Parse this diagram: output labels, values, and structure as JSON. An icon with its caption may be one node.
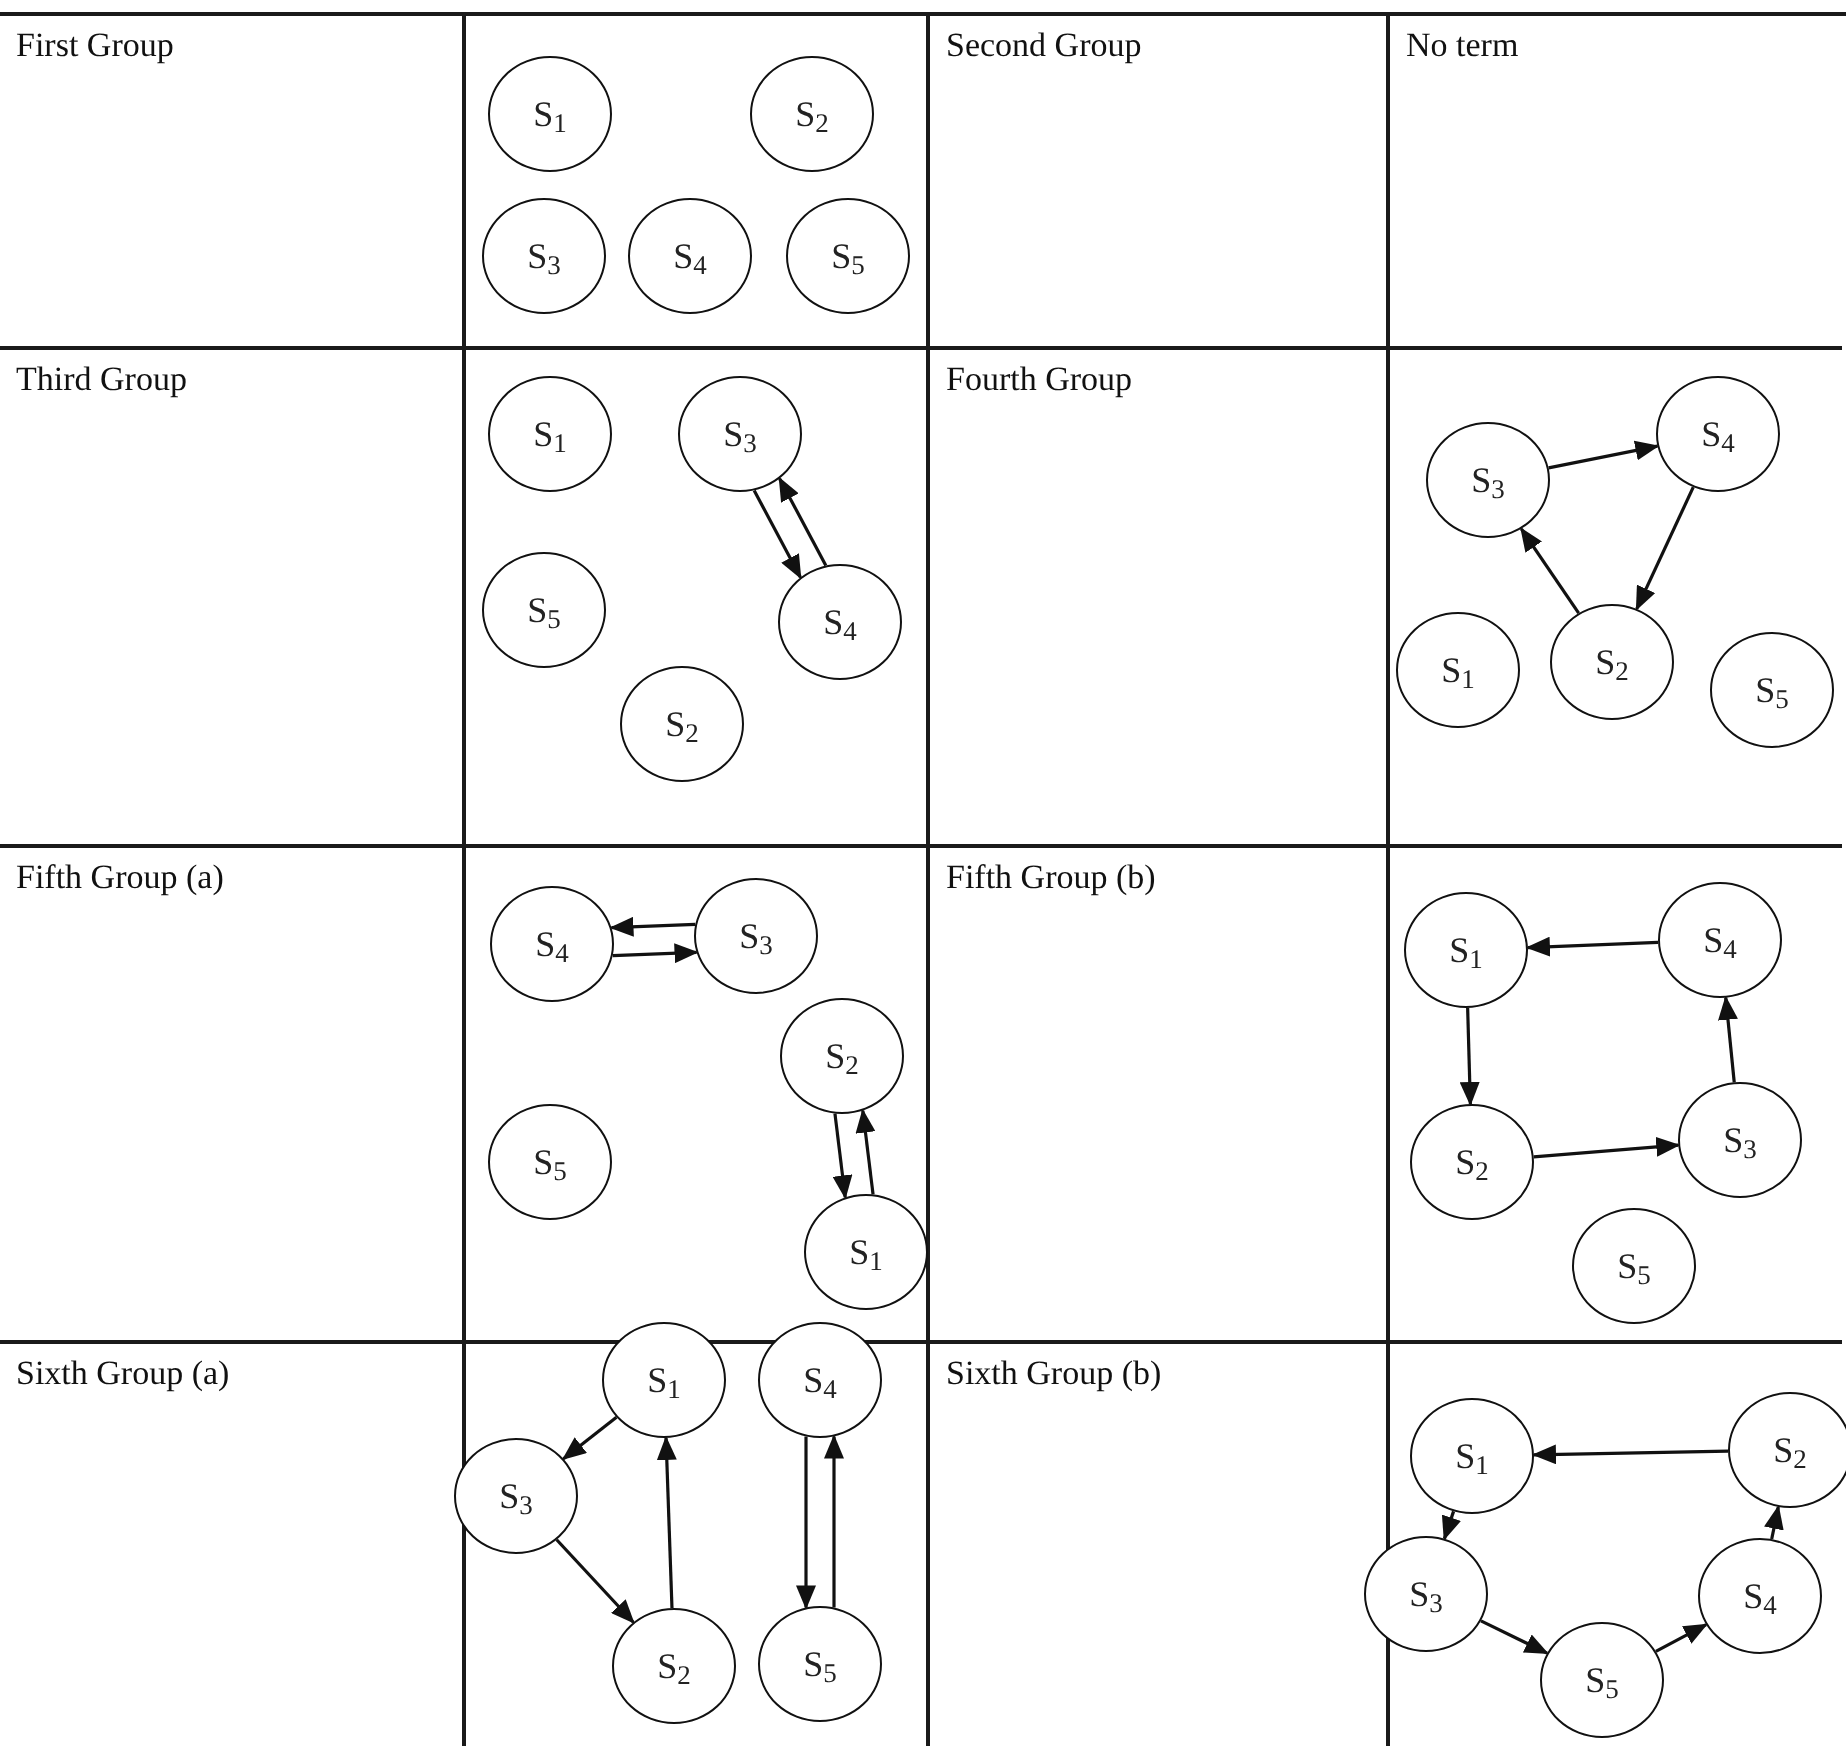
{
  "diagram": {
    "nodes": [
      {
        "text": [
          "S$_{1}$"
        ]
      },
      {
        "text": [
          "S$_{2}$"
        ]
      },
      {
        "text": [
          "S$_{3}$"
        ]
      },
      {
        "text": [
          "S$_{4}$"
        ]
      },
      {
        "text": [
          "S$_{5}$"
        ]
      },
      {
        "text": [
          "S$_{1}$"
        ]
      },
      {
        "text": [
          "S$_{3}$"
        ]
      },
      {
        "text": [
          "S$_{5}$"
        ]
      },
      {
        "text": [
          "S$_{4}$"
        ]
      },
      {
        "text": [
          "S$_{2}$"
        ]
      },
      {
        "text": [
          "S$_{3}$"
        ]
      },
      {
        "text": [
          "S$_{4}$"
        ]
      },
      {
        "text": [
          "S$_{1}$"
        ]
      },
      {
        "text": [
          "S$_{2}$"
        ]
      },
      {
        "text": [
          "S$_{5}$"
        ]
      },
      {
        "text": [
          "S$_{4}$"
        ]
      },
      {
        "text": [
          "S$_{3}$"
        ]
      },
      {
        "text": [
          "S$_{2}$"
        ]
      },
      {
        "text": [
          "S$_{5}$"
        ]
      },
      {
        "text": [
          "S$_{1}$"
        ]
      },
      {
        "text": [
          "S$_{1}$"
        ]
      },
      {
        "text": [
          "S$_{4}$"
        ]
      },
      {
        "text": [
          "S$_{2}$"
        ]
      },
      {
        "text": [
          "S$_{3}$"
        ]
      },
      {
        "text": [
          "S$_{5}$"
        ]
      },
      {
        "text": [
          "S$_{1}$"
        ]
      },
      {
        "text": [
          "S$_{4}$"
        ]
      },
      {
        "text": [
          "S$_{3}$"
        ]
      },
      {
        "text": [
          "S$_{2}$"
        ]
      },
      {
        "text": [
          "S$_{5}$"
        ]
      },
      {
        "text": [
          "S$_{1}$"
        ]
      },
      {
        "text": [
          "S$_{2}$"
        ]
      },
      {
        "text": [
          "S$_{3}$"
        ]
      },
      {
        "text": [
          "S$_{4}$"
        ]
      },
      {
        "text": [
          "S$_{5}$"
        ]
      }
    ],
    "edges": [
      {
        "from": 6,
        "to": 8,
        "arrow": "to"
      },
      {
        "from": 8,
        "to": 6,
        "arrow": "to"
      },
      {
        "from": 10,
        "to": 11,
        "arrow": "to"
      },
      {
        "from": 11,
        "to": 13,
        "arrow": "to"
      },
      {
        "from": 13,
        "to": 10,
        "arrow": "to"
      },
      {
        "from": 15,
        "to": 16,
        "arrow": "to"
      },
      {
        "from": 16,
        "to": 15,
        "arrow": "to"
      },
      {
        "from": 19,
        "to": 17,
        "arrow": "to"
      },
      {
        "from": 17,
        "to": 19,
        "arrow": "to"
      },
      {
        "from": 21,
        "to": 20,
        "arrow": "to"
      },
      {
        "from": 20,
        "to": 22,
        "arrow": "to"
      },
      {
        "from": 22,
        "to": 23,
        "arrow": "to"
      },
      {
        "from": 23,
        "to": 21,
        "arrow": "to"
      },
      {
        "from": 25,
        "to": 27,
        "arrow": "to"
      },
      {
        "from": 27,
        "to": 28,
        "arrow": "to"
      },
      {
        "from": 28,
        "to": 25,
        "arrow": "to"
      },
      {
        "from": 29,
        "to": 26,
        "arrow": "to"
      },
      {
        "from": 26,
        "to": 29,
        "arrow": "to"
      },
      {
        "from": 31,
        "to": 30,
        "arrow": "to"
      },
      {
        "from": 30,
        "to": 32,
        "arrow": "to"
      },
      {
        "from": 32,
        "to": 34,
        "arrow": "to"
      },
      {
        "from": 34,
        "to": 33,
        "arrow": "to"
      },
      {
        "from": 33,
        "to": 31,
        "arrow": "to"
      }
    ],
    "labels": [
      "First Group",
      "Second Group",
      "No term",
      "Third Group",
      "Fourth Group",
      "Fifth Group (a)",
      "Fifth Group (b)",
      "Sixth Group (a)",
      "Sixth Group (b)"
    ]
  }
}
